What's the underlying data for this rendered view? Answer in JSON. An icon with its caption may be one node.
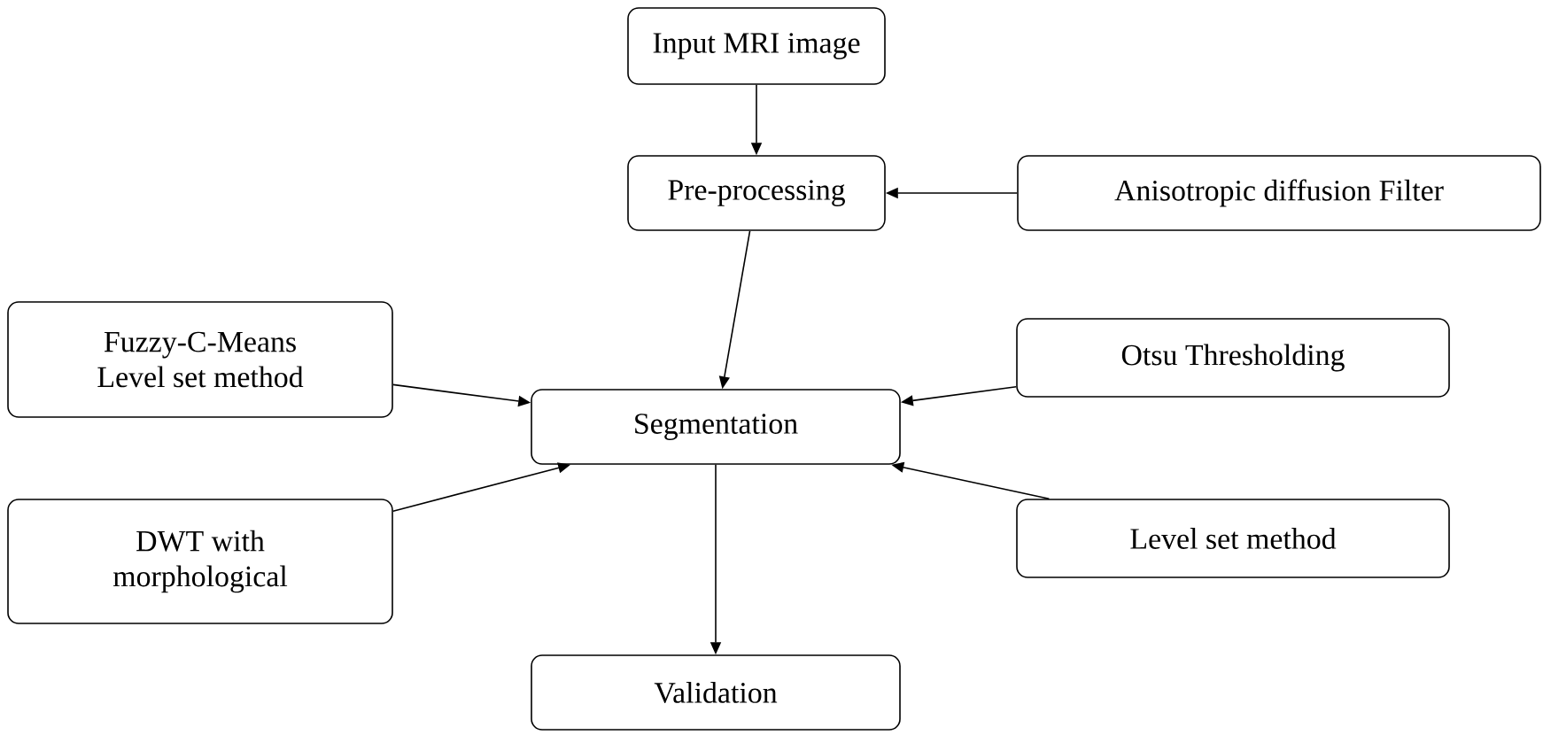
{
  "diagram": {
    "nodes": [
      {
        "text": [
          "Input MRI image"
        ]
      },
      {
        "text": [
          "Pre-processing"
        ]
      },
      {
        "text": [
          "Anisotropic diffusion Filter"
        ]
      },
      {
        "text": [
          "Fuzzy-C-Means Level set method"
        ]
      },
      {
        "text": [
          "Otsu Thresholding"
        ]
      },
      {
        "text": [
          "Segmentation"
        ]
      },
      {
        "text": [
          "DWT with morphological"
        ]
      },
      {
        "text": [
          "Level set method"
        ]
      },
      {
        "text": [
          "Validation"
        ]
      }
    ],
    "edges": [
      {
        "from": 0,
        "to": 1,
        "arrow": "to"
      },
      {
        "from": 2,
        "to": 1,
        "arrow": "to"
      },
      {
        "from": 1,
        "to": 5,
        "arrow": "to"
      },
      {
        "from": 3,
        "to": 5,
        "arrow": "to"
      },
      {
        "from": 4,
        "to": 5,
        "arrow": "to"
      },
      {
        "from": 6,
        "to": 5,
        "arrow": "to"
      },
      {
        "from": 7,
        "to": 5,
        "arrow": "to"
      },
      {
        "from": 5,
        "to": 8,
        "arrow": "to"
      }
    ]
  }
}
